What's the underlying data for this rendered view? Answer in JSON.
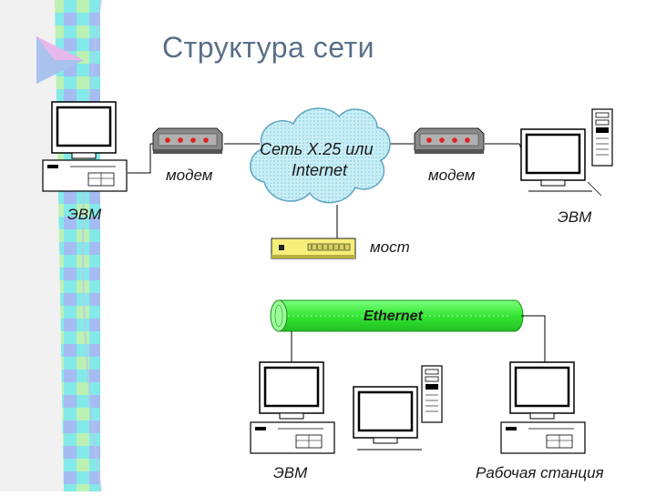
{
  "title": "Структура сети",
  "labels": {
    "evm_top_left": "ЭВМ",
    "evm_top_right": "ЭВМ",
    "modem_left": "модем",
    "modem_right": "модем",
    "cloud_line1": "Сеть X.25 или",
    "cloud_line2": "Internet",
    "bridge": "мост",
    "ethernet": "Ethernet",
    "evm_bottom": "ЭВМ",
    "workstation": "Рабочая станция"
  },
  "colors": {
    "title": "#5a6f88",
    "cloud_fill": "#c8eef6",
    "ethernet_fill": "#44f044",
    "bridge_fill": "#f6f07a",
    "modem_fill": "#8a8a8a",
    "modem_led": "#e02020"
  }
}
